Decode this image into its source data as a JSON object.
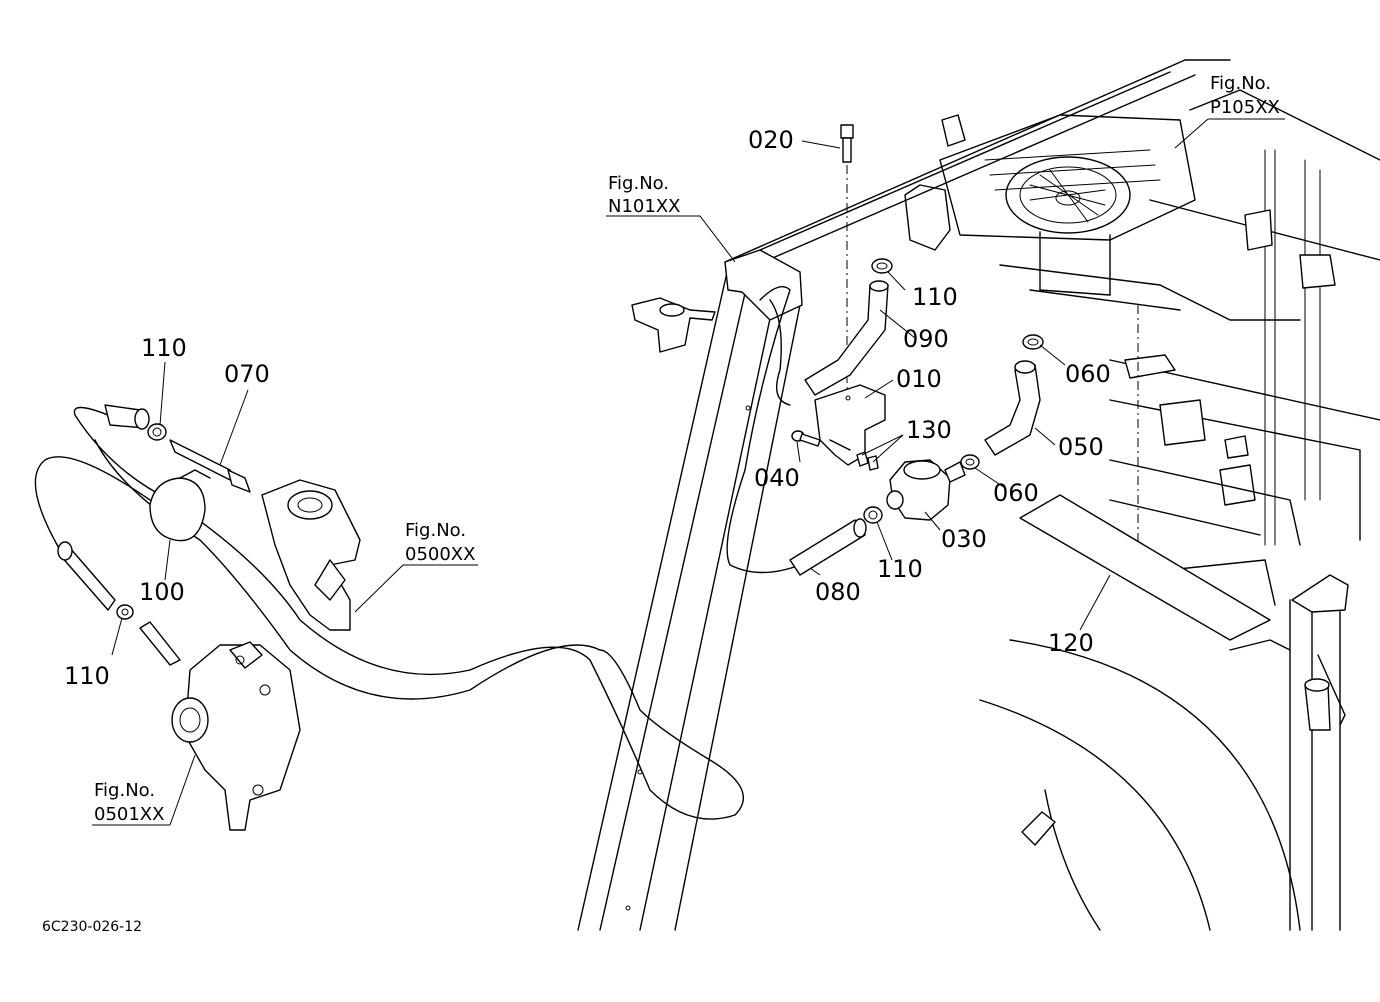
{
  "labels": {
    "p010": "010",
    "p020": "020",
    "p030": "030",
    "p040": "040",
    "p050": "050",
    "p060": "060",
    "p070": "070",
    "p080": "080",
    "p090": "090",
    "p100": "100",
    "p110": "110",
    "p120": "120",
    "p130": "130"
  },
  "fig_refs": {
    "prefix": "Fig.No.",
    "n101": "N101XX",
    "p105": "P105XX",
    "f0500": "0500XX",
    "f0501": "0501XX"
  },
  "drawing_code": "6C230-026-12"
}
